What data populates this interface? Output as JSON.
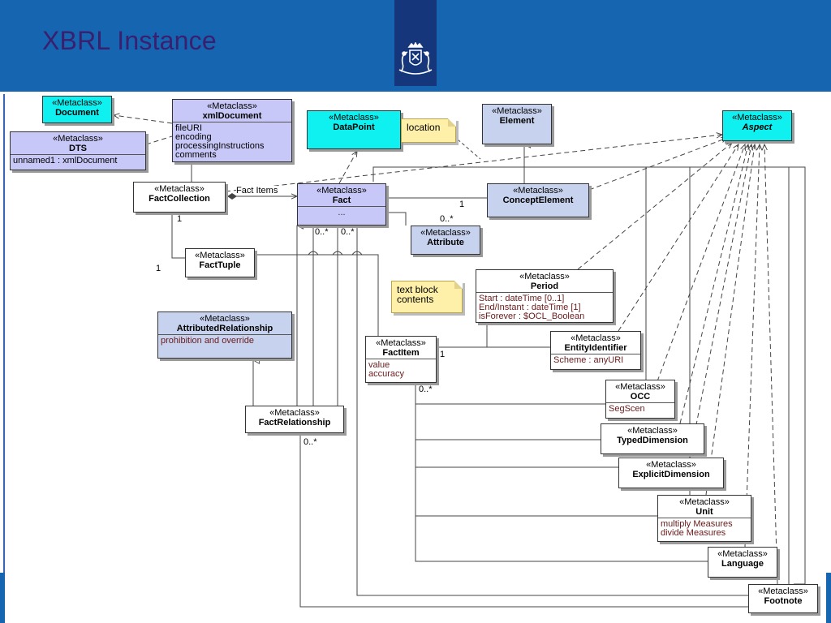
{
  "slide": {
    "title": "XBRL Instance"
  },
  "stereotype": "«Metaclass»",
  "classes": {
    "document": {
      "name": "Document"
    },
    "xml_document": {
      "name": "xmlDocument",
      "attrs": [
        "fileURI",
        "encoding",
        "processingInstructions",
        "comments"
      ]
    },
    "dts": {
      "name": "DTS",
      "attrs": [
        "unnamed1 : xmlDocument"
      ]
    },
    "data_point": {
      "name": "DataPoint"
    },
    "element": {
      "name": "Element"
    },
    "aspect": {
      "name": "Aspect"
    },
    "fact_collection": {
      "name": "FactCollection"
    },
    "fact": {
      "name": "Fact",
      "attrs": [
        "..."
      ]
    },
    "concept_element": {
      "name": "ConceptElement"
    },
    "attribute": {
      "name": "Attribute"
    },
    "fact_tuple": {
      "name": "FactTuple"
    },
    "period": {
      "name": "Period",
      "attrs": [
        "Start : dateTime [0..1]",
        "End/Instant : dateTime [1]",
        "isForever : $OCL_Boolean"
      ]
    },
    "attributed_relationship": {
      "name": "AttributedRelationship",
      "attrs": [
        "prohibition and override"
      ]
    },
    "fact_item": {
      "name": "FactItem",
      "attrs": [
        "value",
        "accuracy"
      ]
    },
    "entity_identifier": {
      "name": "EntityIdentifier",
      "attrs": [
        "Scheme : anyURI"
      ]
    },
    "occ": {
      "name": "OCC",
      "attrs": [
        "SegScen"
      ]
    },
    "typed_dimension": {
      "name": "TypedDimension"
    },
    "explicit_dimension": {
      "name": "ExplicitDimension"
    },
    "unit": {
      "name": "Unit",
      "attrs": [
        "multiply Measures",
        "divide Measures"
      ]
    },
    "language": {
      "name": "Language"
    },
    "footnote": {
      "name": "Footnote"
    },
    "fact_relationship": {
      "name": "FactRelationship"
    }
  },
  "notes": {
    "location": "location",
    "text_block": "text block\ncontents"
  },
  "labels": {
    "fact_items": "Fact Items",
    "m_fc": "1",
    "m_tuple": "1",
    "m_ce": "1",
    "m_attr": "0..*",
    "m_fact1": "0..*",
    "m_fact2": "0..*",
    "m_item1": "1",
    "m_item2": "0..*",
    "m_rel": "0..*"
  }
}
